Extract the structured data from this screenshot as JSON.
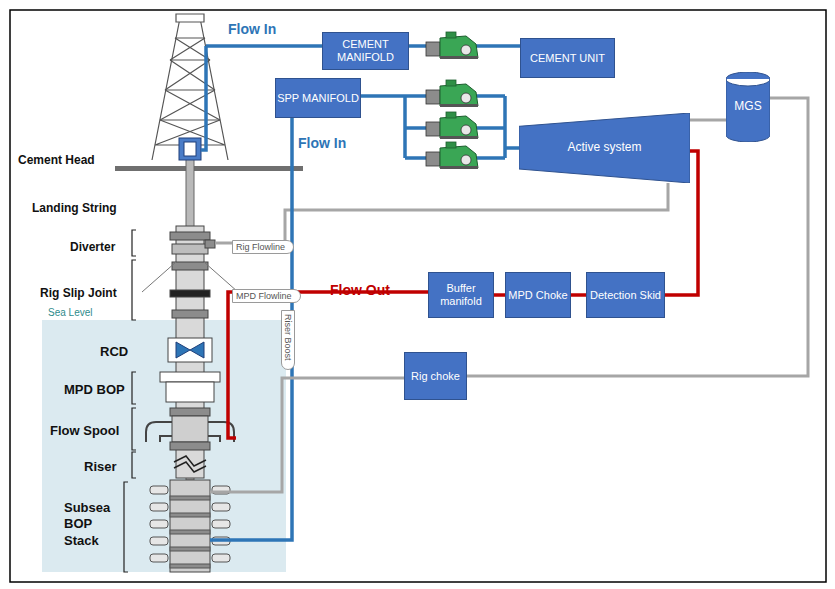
{
  "diagram": {
    "nodes": [
      {
        "text": [
          "CEMENT MANIFOLD"
        ]
      },
      {
        "text": [
          "CEMENT UNIT"
        ]
      },
      {
        "text": [
          "SPP MANIFOLD"
        ]
      },
      {
        "text": [
          "Active system"
        ]
      },
      {
        "text": [
          "MGS"
        ]
      },
      {
        "text": [
          "Buffer manifold"
        ]
      },
      {
        "text": [
          "MPD Choke"
        ]
      },
      {
        "text": [
          "Detection Skid"
        ]
      },
      {
        "text": [
          "Rig choke"
        ]
      }
    ],
    "edges": [
      {
        "from": 0,
        "to": 1,
        "arrow": "none"
      },
      {
        "from": 2,
        "to": 3,
        "arrow": "none"
      },
      {
        "from": 3,
        "to": 7,
        "arrow": "none"
      },
      {
        "from": 7,
        "to": 6,
        "arrow": "none"
      },
      {
        "from": 6,
        "to": 5,
        "arrow": "none"
      },
      {
        "from": 3,
        "to": 4,
        "arrow": "none"
      },
      {
        "from": 4,
        "to": 8,
        "arrow": "none"
      }
    ],
    "labels": [
      "Flow In",
      "Cement Head",
      "Flow In",
      "Landing String",
      "Rig Flowline",
      "Diverter",
      "MPD Flowline",
      "Flow Out",
      "Rig Slip Joint",
      "Sea Level",
      "Riser Boost",
      "RCD",
      "MPD BOP",
      "Flow Spool",
      "Riser",
      "Subsea BOP Stack"
    ]
  }
}
